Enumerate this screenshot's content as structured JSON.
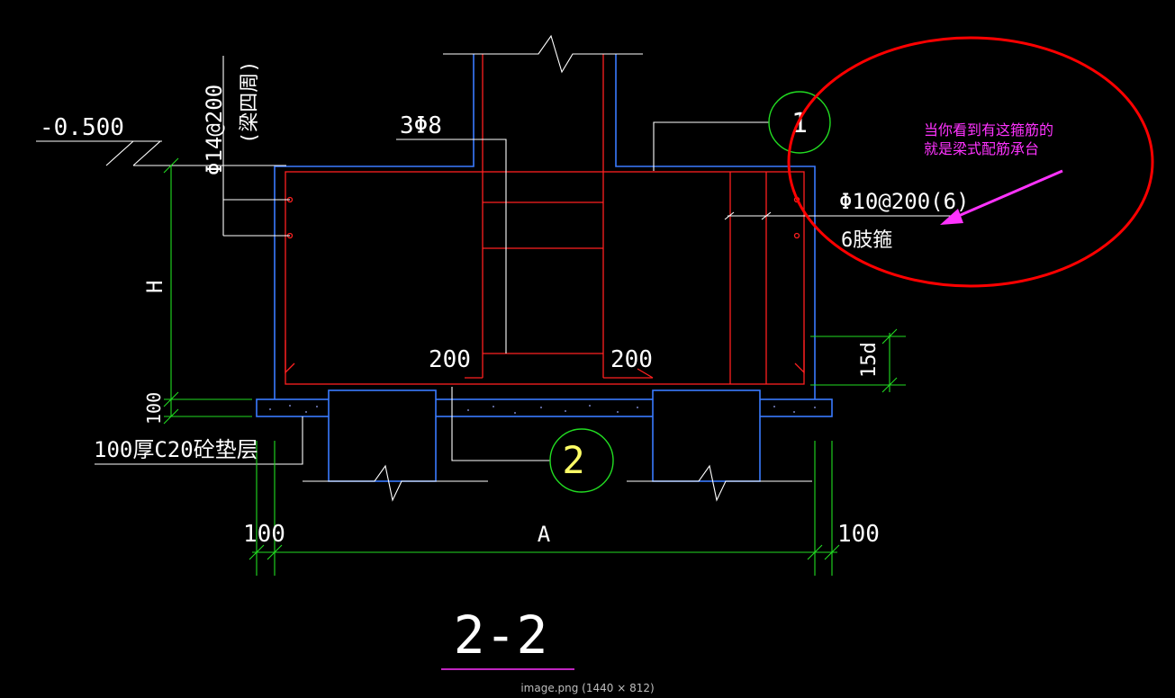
{
  "title": "2-2",
  "caption": "image.png (1440 × 812)",
  "annotation": {
    "line1": "当你看到有这箍筋的",
    "line2": "就是梁式配筋承台"
  },
  "labels": {
    "elevation": "-0.500",
    "side_bar": "Φ14@200",
    "side_bar_note": "(梁四周)",
    "column_bar": "3Φ8",
    "stirrup": "Φ10@200(6)",
    "stirrup_note": "6肢箍",
    "anchor_left": "200",
    "anchor_right": "200",
    "hook": "15d",
    "height": "H",
    "pad_thickness": "100",
    "pad_note": "100厚C20砼垫层",
    "width": "A",
    "margin_left": "100",
    "margin_right": "100"
  },
  "markers": {
    "one": "1",
    "two": "2"
  },
  "colors": {
    "rebar": "#ff2020",
    "concrete": "#3a7bff",
    "dimension": "#22dd22",
    "leader": "#ffffff",
    "annotation": "#ff33ff",
    "callout_ellipse": "#ff0000",
    "marker": "#22dd22"
  }
}
